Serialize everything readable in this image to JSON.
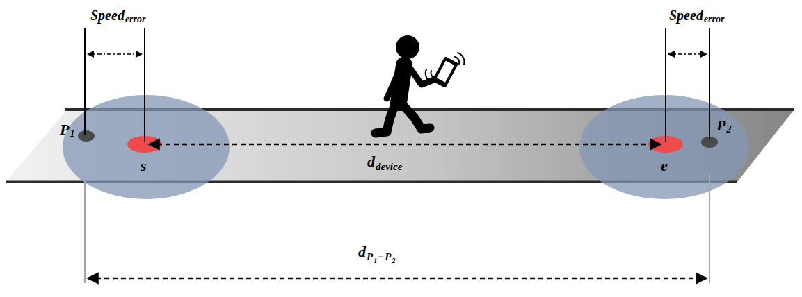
{
  "diagram": {
    "labels": [
      "Speed",
      "error",
      "Speed",
      "error",
      "P",
      "1",
      "s",
      "d",
      "device",
      "e",
      "P",
      "2",
      "d",
      "P",
      "1",
      "−",
      "P",
      "2"
    ]
  }
}
